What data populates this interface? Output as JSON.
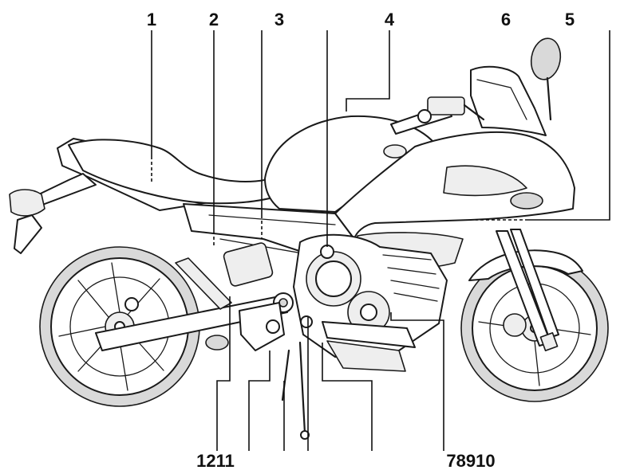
{
  "callouts": {
    "c1": "1",
    "c2": "2",
    "c3": "3",
    "c4": "4",
    "c6": "6",
    "c5": "5",
    "bottom_left": "1211",
    "bottom_right": "78910"
  }
}
